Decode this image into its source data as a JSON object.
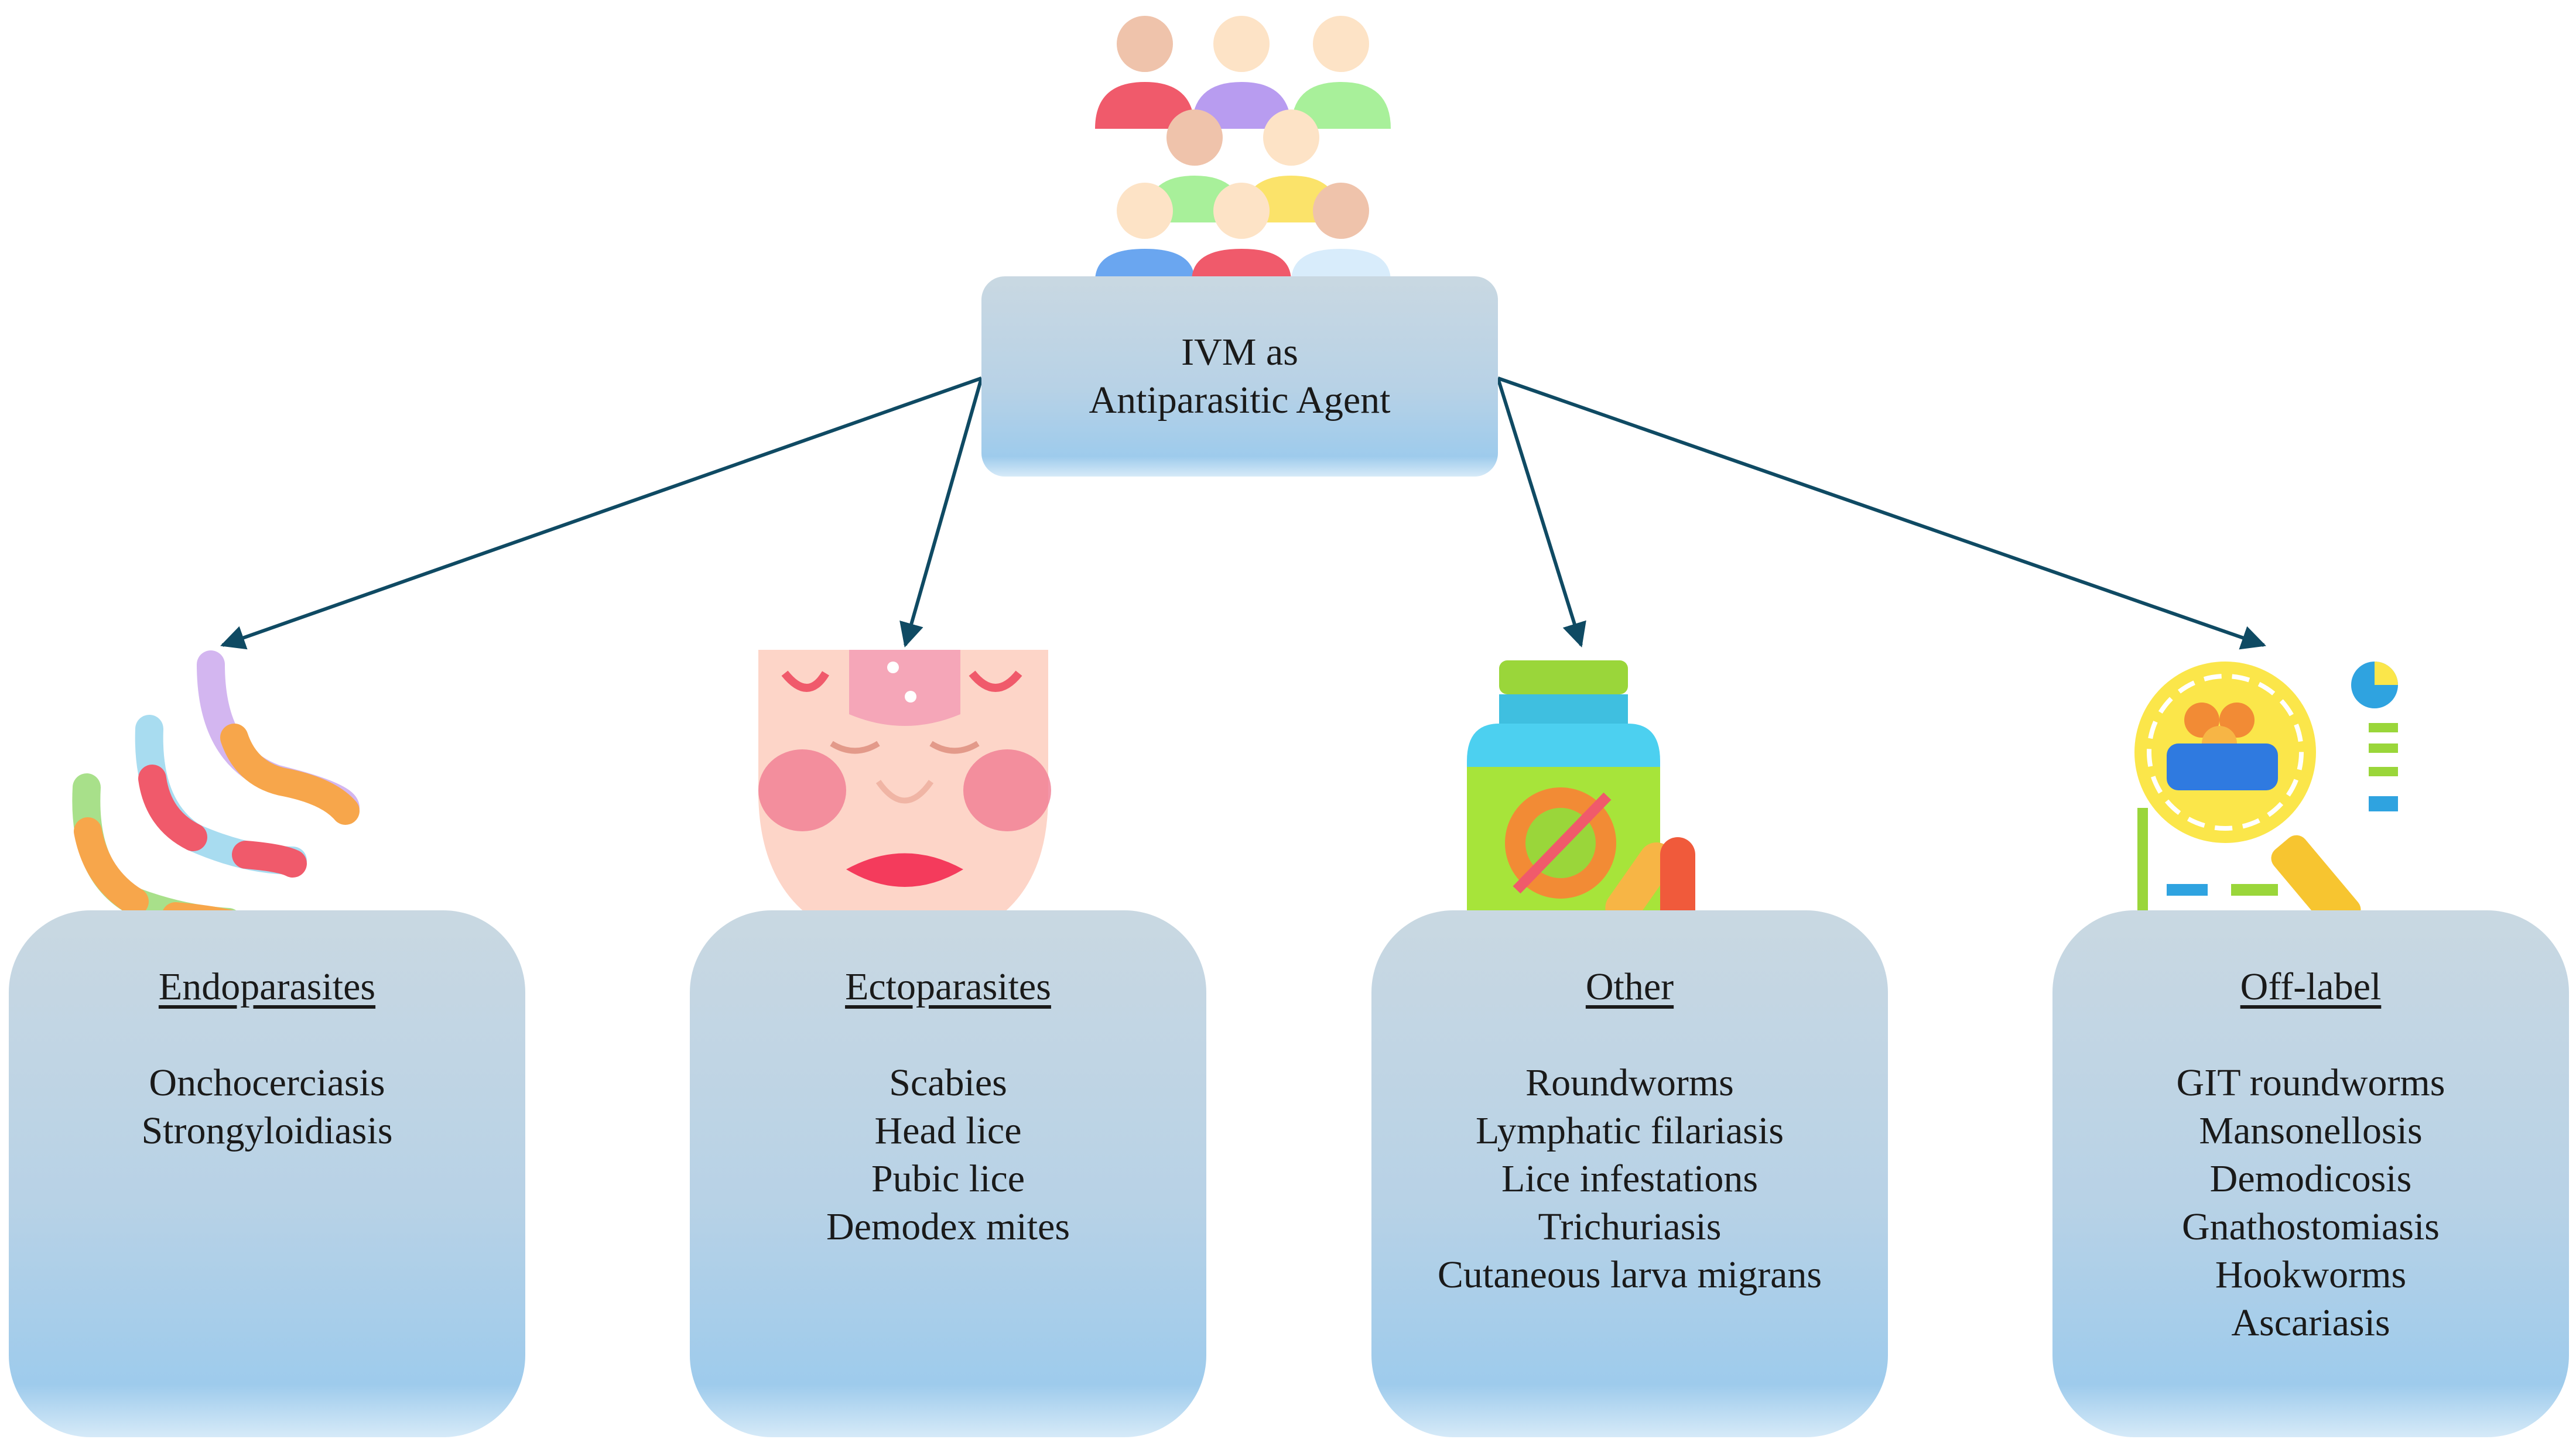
{
  "root": {
    "line1": "IVM as",
    "line2": "Antiparasitic Agent",
    "icon": "people-crowd-icon"
  },
  "categories": [
    {
      "title": "Endoparasites",
      "icon": "worms-icon",
      "items": [
        "Onchocerciasis",
        "Strongyloidiasis"
      ]
    },
    {
      "title": "Ectoparasites",
      "icon": "skin-rash-face-icon",
      "items": [
        "Scabies",
        "Head lice",
        "Pubic lice",
        "Demodex mites"
      ]
    },
    {
      "title": "Other",
      "icon": "medicine-bottle-virus-icon",
      "items": [
        "Roundworms",
        "Lymphatic filariasis",
        "Lice infestations",
        "Trichuriasis",
        "Cutaneous larva migrans"
      ]
    },
    {
      "title": "Off-label",
      "icon": "research-magnifier-icon",
      "items": [
        "GIT roundworms",
        "Mansonellosis",
        "Demodicosis",
        "Gnathostomiasis",
        "Hookworms",
        "Ascariasis"
      ]
    }
  ],
  "colors": {
    "arrow": "#0f4a63",
    "box_top": "#c9d8e2",
    "box_bottom": "#9ecbec"
  }
}
